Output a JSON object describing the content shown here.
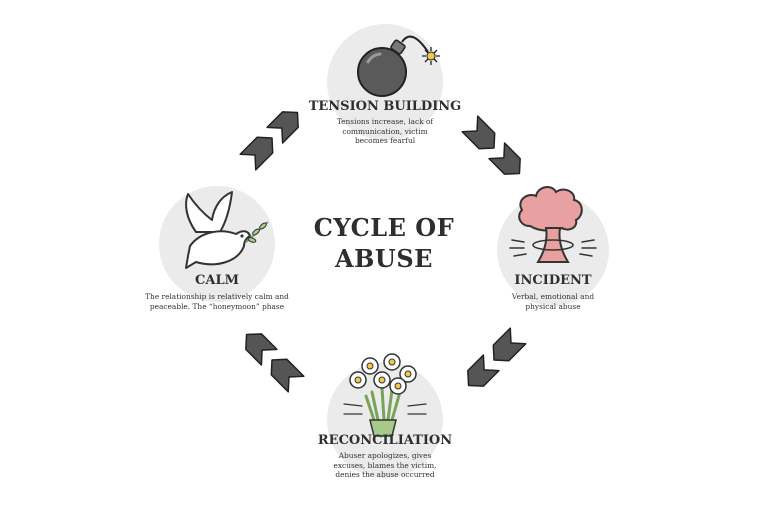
{
  "title_line1": "CYCLE OF",
  "title_line2": "ABUSE",
  "stages": [
    {
      "title": "TENSION BUILDING",
      "desc_lines": [
        "Tensions increase, lack of",
        "communication, victim",
        "becomes fearful"
      ],
      "icon": "bomb-icon"
    },
    {
      "title": "INCIDENT",
      "desc_lines": [
        "Verbal, emotional and",
        "physical abuse"
      ],
      "icon": "explosion-icon"
    },
    {
      "title": "RECONCILIATION",
      "desc_lines": [
        "Abuser apologizes, gives",
        "excuses, blames the victim,",
        "denies the abuse occurred"
      ],
      "icon": "flower-bouquet-icon"
    },
    {
      "title": "CALM",
      "desc_lines": [
        "The relationship is relatively calm and",
        "peaceable. The “honeymoon” phase"
      ],
      "icon": "dove-icon"
    }
  ],
  "colors": {
    "circle": "#ebebeb",
    "arrow": "#555555",
    "explosion": "#e8a0a0",
    "text": "#2e2e2e"
  }
}
